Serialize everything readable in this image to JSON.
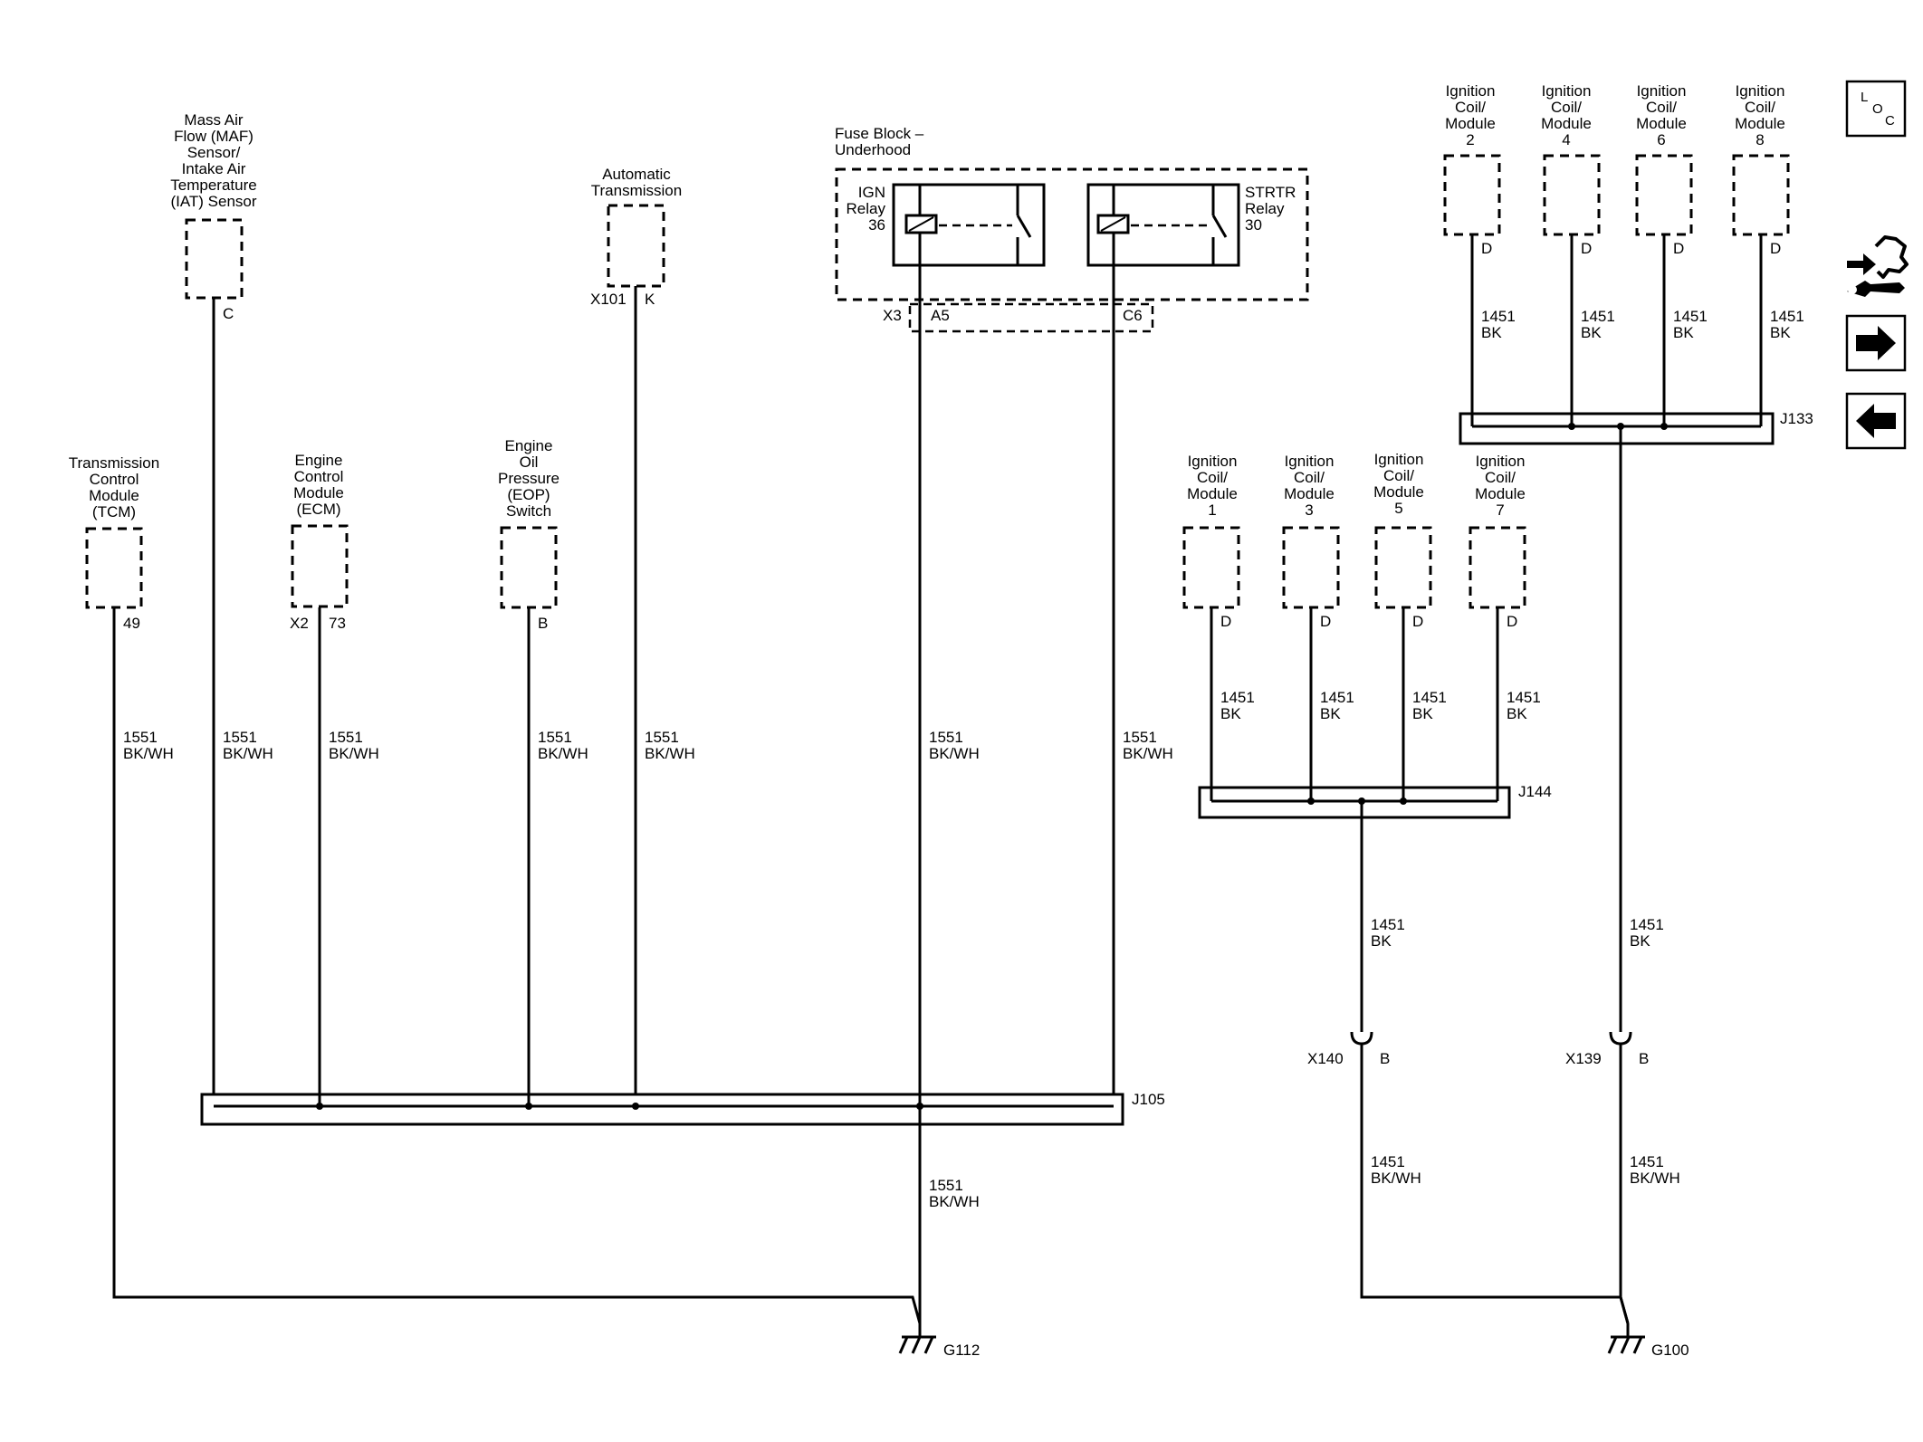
{
  "components": {
    "maf": [
      "Mass Air",
      "Flow (MAF)",
      "Sensor/",
      "Intake Air",
      "Temperature",
      "(IAT) Sensor"
    ],
    "maf_pin": "C",
    "trans": [
      "Automatic",
      "Transmission"
    ],
    "trans_conn": "X101",
    "trans_pin": "K",
    "fuse_block": [
      "Fuse Block –",
      "Underhood"
    ],
    "ign_relay": [
      "IGN",
      "Relay",
      "36"
    ],
    "strtr_relay": [
      "STRTR",
      "Relay",
      "30"
    ],
    "fuse_conn": "X3",
    "fuse_pin_a": "A5",
    "fuse_pin_c": "C6",
    "tcm": [
      "Transmission",
      "Control",
      "Module",
      "(TCM)"
    ],
    "tcm_pin": "49",
    "ecm": [
      "Engine",
      "Control",
      "Module",
      "(ECM)"
    ],
    "ecm_conn": "X2",
    "ecm_pin": "73",
    "eop": [
      "Engine",
      "Oil",
      "Pressure",
      "(EOP)",
      "Switch"
    ],
    "eop_pin": "B",
    "coil_1": [
      "Ignition",
      "Coil/",
      "Module",
      "1"
    ],
    "coil_3": [
      "Ignition",
      "Coil/",
      "Module",
      "3"
    ],
    "coil_5": [
      "Ignition",
      "Coil/",
      "Module",
      "5"
    ],
    "coil_7": [
      "Ignition",
      "Coil/",
      "Module",
      "7"
    ],
    "coil_2": [
      "Ignition",
      "Coil/",
      "Module",
      "2"
    ],
    "coil_4": [
      "Ignition",
      "Coil/",
      "Module",
      "4"
    ],
    "coil_6": [
      "Ignition",
      "Coil/",
      "Module",
      "6"
    ],
    "coil_8": [
      "Ignition",
      "Coil/",
      "Module",
      "8"
    ],
    "coil_pin": "D"
  },
  "wires": {
    "circuit_1551": "1551",
    "color_bkwh": "BK/WH",
    "circuit_1451": "1451",
    "color_bk": "BK"
  },
  "splices": {
    "j105": "J105",
    "j144": "J144",
    "j133": "J133"
  },
  "inline_connectors": {
    "x140": "X140",
    "x139": "X139",
    "pin": "B"
  },
  "grounds": {
    "g112": "G112",
    "g100": "G100"
  },
  "nav": {
    "loc_l": "L",
    "loc_o": "O",
    "loc_c": "C"
  }
}
